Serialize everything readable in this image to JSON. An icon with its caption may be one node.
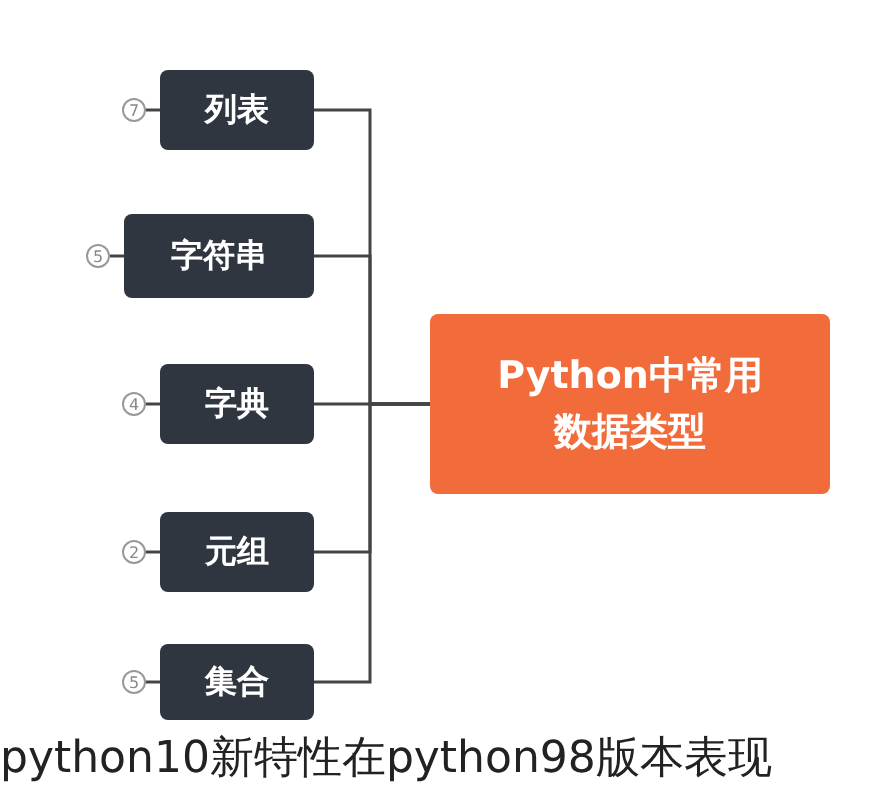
{
  "diagram": {
    "caption": "python10新特性在python98版本表现",
    "nodes": [
      {
        "text": [
          "Python中常用数据类型"
        ]
      },
      {
        "text": [
          "列表"
        ]
      },
      {
        "text": [
          "字符串"
        ]
      },
      {
        "text": [
          "字典"
        ]
      },
      {
        "text": [
          "元组"
        ]
      },
      {
        "text": [
          "集合"
        ]
      },
      {
        "text": [
          "7"
        ]
      },
      {
        "text": [
          "5"
        ]
      },
      {
        "text": [
          "4"
        ]
      },
      {
        "text": [
          "2"
        ]
      },
      {
        "text": [
          "5"
        ]
      }
    ],
    "edges": [
      {
        "from": 0,
        "to": 1,
        "arrow": "none"
      },
      {
        "from": 0,
        "to": 2,
        "arrow": "none"
      },
      {
        "from": 0,
        "to": 3,
        "arrow": "none"
      },
      {
        "from": 0,
        "to": 4,
        "arrow": "none"
      },
      {
        "from": 0,
        "to": 5,
        "arrow": "none"
      },
      {
        "from": 1,
        "to": 6,
        "arrow": "none"
      },
      {
        "from": 2,
        "to": 7,
        "arrow": "none"
      },
      {
        "from": 3,
        "to": 8,
        "arrow": "none"
      },
      {
        "from": 4,
        "to": 9,
        "arrow": "none"
      },
      {
        "from": 5,
        "to": 10,
        "arrow": "none"
      }
    ]
  }
}
